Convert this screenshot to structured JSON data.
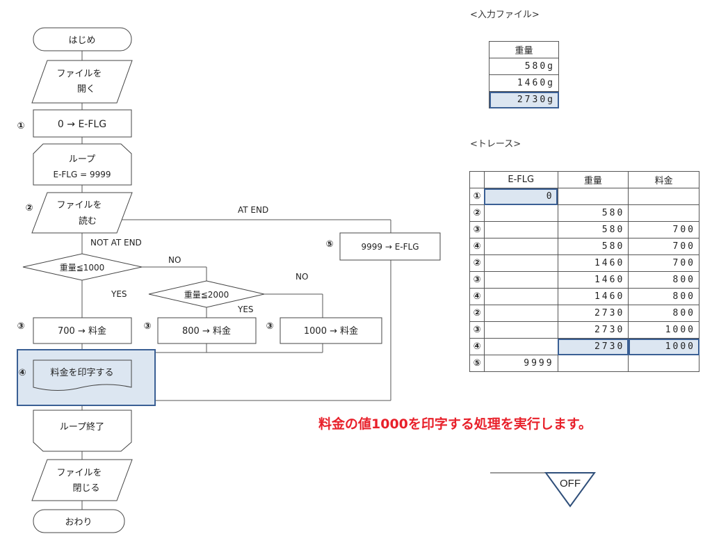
{
  "flowchart": {
    "start": "はじめ",
    "open": [
      "ファイルを",
      "開く"
    ],
    "init": "0 → E-FLG",
    "loop_start": [
      "ループ",
      "E-FLG = 9999"
    ],
    "read": [
      "ファイルを",
      "読む"
    ],
    "at_end": "AT END",
    "not_at_end": "NOT AT END",
    "set_flag": "9999 → E-FLG",
    "cond1": "重量≦1000",
    "cond2": "重量≦2000",
    "yes": "YES",
    "no": "NO",
    "assign_700": "700 → 料金",
    "assign_800": "800 → 料金",
    "assign_1000": "1000 → 料金",
    "print": "料金を印字する",
    "loop_end": "ループ終了",
    "close": [
      "ファイルを",
      "閉じる"
    ],
    "end": "おわり",
    "step_marks": [
      "①",
      "②",
      "③",
      "④",
      "⑤"
    ]
  },
  "input_file": {
    "caption": "<入力ファイル>",
    "header": "重量",
    "rows": [
      "580g",
      "1460g",
      "2730g"
    ],
    "highlight_row": 2
  },
  "trace": {
    "caption": "<トレース>",
    "headers": [
      "",
      "E-FLG",
      "重量",
      "料金"
    ],
    "rows": [
      [
        "①",
        "0",
        "",
        ""
      ],
      [
        "②",
        "",
        "580",
        ""
      ],
      [
        "③",
        "",
        "580",
        "700"
      ],
      [
        "④",
        "",
        "580",
        "700"
      ],
      [
        "②",
        "",
        "1460",
        "700"
      ],
      [
        "③",
        "",
        "1460",
        "800"
      ],
      [
        "④",
        "",
        "1460",
        "800"
      ],
      [
        "②",
        "",
        "2730",
        "800"
      ],
      [
        "③",
        "",
        "2730",
        "1000"
      ],
      [
        "④",
        "",
        "2730",
        "1000"
      ],
      [
        "⑤",
        "9999",
        "",
        ""
      ]
    ]
  },
  "message": "料金の値1000を印字する処理を実行します。",
  "off_button": "OFF",
  "colors": {
    "highlight_fill": "#dce6f1",
    "highlight_border": "#3a5f94",
    "message": "#e8202a"
  }
}
